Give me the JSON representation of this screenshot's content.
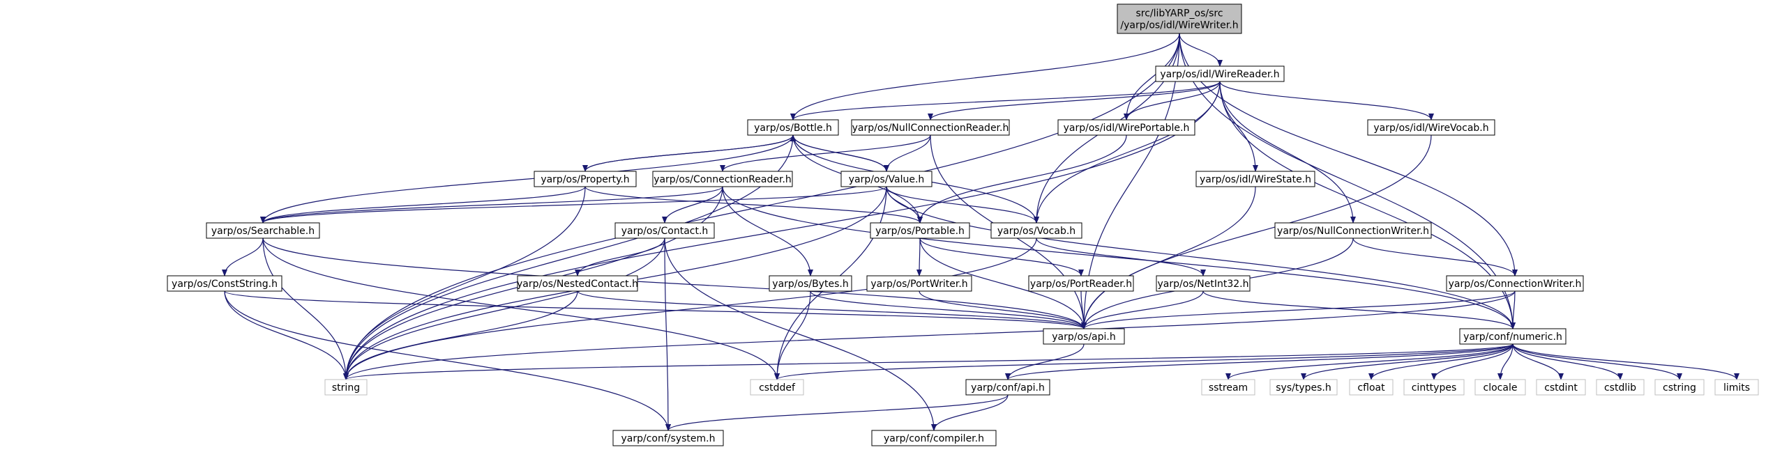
{
  "root": {
    "id": "root",
    "lines": [
      "src/libYARP_os/src",
      "/yarp/os/idl/WireWriter.h"
    ]
  },
  "nodes": [
    {
      "id": "root",
      "lines": [
        "src/libYARP_os/src",
        "/yarp/os/idl/WireWriter.h"
      ],
      "kind": "root"
    },
    {
      "id": "wirereader",
      "lines": [
        "yarp/os/idl/WireReader.h"
      ],
      "kind": "local"
    },
    {
      "id": "bottle",
      "lines": [
        "yarp/os/Bottle.h"
      ],
      "kind": "local"
    },
    {
      "id": "nullconnreader",
      "lines": [
        "yarp/os/NullConnectionReader.h"
      ],
      "kind": "local"
    },
    {
      "id": "wireportable",
      "lines": [
        "yarp/os/idl/WirePortable.h"
      ],
      "kind": "local"
    },
    {
      "id": "wirevocab",
      "lines": [
        "yarp/os/idl/WireVocab.h"
      ],
      "kind": "local"
    },
    {
      "id": "property",
      "lines": [
        "yarp/os/Property.h"
      ],
      "kind": "local"
    },
    {
      "id": "connreader",
      "lines": [
        "yarp/os/ConnectionReader.h"
      ],
      "kind": "local"
    },
    {
      "id": "value",
      "lines": [
        "yarp/os/Value.h"
      ],
      "kind": "local"
    },
    {
      "id": "wirestate",
      "lines": [
        "yarp/os/idl/WireState.h"
      ],
      "kind": "local"
    },
    {
      "id": "searchable",
      "lines": [
        "yarp/os/Searchable.h"
      ],
      "kind": "local"
    },
    {
      "id": "contact",
      "lines": [
        "yarp/os/Contact.h"
      ],
      "kind": "local"
    },
    {
      "id": "portable",
      "lines": [
        "yarp/os/Portable.h"
      ],
      "kind": "local"
    },
    {
      "id": "vocab",
      "lines": [
        "yarp/os/Vocab.h"
      ],
      "kind": "local"
    },
    {
      "id": "nullconnwriter",
      "lines": [
        "yarp/os/NullConnectionWriter.h"
      ],
      "kind": "local"
    },
    {
      "id": "conststring",
      "lines": [
        "yarp/os/ConstString.h"
      ],
      "kind": "local"
    },
    {
      "id": "nestedcontact",
      "lines": [
        "yarp/os/NestedContact.h"
      ],
      "kind": "local"
    },
    {
      "id": "bytes",
      "lines": [
        "yarp/os/Bytes.h"
      ],
      "kind": "local"
    },
    {
      "id": "portwriter",
      "lines": [
        "yarp/os/PortWriter.h"
      ],
      "kind": "local"
    },
    {
      "id": "portreader",
      "lines": [
        "yarp/os/PortReader.h"
      ],
      "kind": "local"
    },
    {
      "id": "netint32",
      "lines": [
        "yarp/os/NetInt32.h"
      ],
      "kind": "local"
    },
    {
      "id": "connwriter",
      "lines": [
        "yarp/os/ConnectionWriter.h"
      ],
      "kind": "local"
    },
    {
      "id": "osapi",
      "lines": [
        "yarp/os/api.h"
      ],
      "kind": "local"
    },
    {
      "id": "numeric",
      "lines": [
        "yarp/conf/numeric.h"
      ],
      "kind": "local"
    },
    {
      "id": "string",
      "lines": [
        "string"
      ],
      "kind": "sys"
    },
    {
      "id": "cstddef",
      "lines": [
        "cstddef"
      ],
      "kind": "sys"
    },
    {
      "id": "confapi",
      "lines": [
        "yarp/conf/api.h"
      ],
      "kind": "local"
    },
    {
      "id": "sstream",
      "lines": [
        "sstream"
      ],
      "kind": "sys"
    },
    {
      "id": "systypes",
      "lines": [
        "sys/types.h"
      ],
      "kind": "sys"
    },
    {
      "id": "cfloat",
      "lines": [
        "cfloat"
      ],
      "kind": "sys"
    },
    {
      "id": "cinttypes",
      "lines": [
        "cinttypes"
      ],
      "kind": "sys"
    },
    {
      "id": "clocale",
      "lines": [
        "clocale"
      ],
      "kind": "sys"
    },
    {
      "id": "cstdint",
      "lines": [
        "cstdint"
      ],
      "kind": "sys"
    },
    {
      "id": "cstdlib",
      "lines": [
        "cstdlib"
      ],
      "kind": "sys"
    },
    {
      "id": "cstring",
      "lines": [
        "cstring"
      ],
      "kind": "sys"
    },
    {
      "id": "limits",
      "lines": [
        "limits"
      ],
      "kind": "sys"
    },
    {
      "id": "confsystem",
      "lines": [
        "yarp/conf/system.h"
      ],
      "kind": "local"
    },
    {
      "id": "confcompiler",
      "lines": [
        "yarp/conf/compiler.h"
      ],
      "kind": "local"
    }
  ],
  "edges": [
    [
      "root",
      "wirereader"
    ],
    [
      "root",
      "bottle"
    ],
    [
      "root",
      "wireportable"
    ],
    [
      "root",
      "vocab"
    ],
    [
      "root",
      "connwriter"
    ],
    [
      "root",
      "osapi"
    ],
    [
      "root",
      "numeric"
    ],
    [
      "root",
      "string"
    ],
    [
      "wirereader",
      "bottle"
    ],
    [
      "wirereader",
      "nullconnreader"
    ],
    [
      "wirereader",
      "wireportable"
    ],
    [
      "wirereader",
      "wirevocab"
    ],
    [
      "wirereader",
      "wirestate"
    ],
    [
      "wirereader",
      "vocab"
    ],
    [
      "wirereader",
      "nullconnwriter"
    ],
    [
      "wirereader",
      "numeric"
    ],
    [
      "wirereader",
      "string"
    ],
    [
      "bottle",
      "property"
    ],
    [
      "bottle",
      "value"
    ],
    [
      "bottle",
      "searchable"
    ],
    [
      "bottle",
      "portable"
    ],
    [
      "bottle",
      "vocab"
    ],
    [
      "bottle",
      "string"
    ],
    [
      "nullconnreader",
      "connreader"
    ],
    [
      "nullconnreader",
      "value"
    ],
    [
      "nullconnreader",
      "osapi"
    ],
    [
      "wireportable",
      "portable"
    ],
    [
      "wirevocab",
      "osapi"
    ],
    [
      "property",
      "bottle"
    ],
    [
      "property",
      "searchable"
    ],
    [
      "property",
      "portable"
    ],
    [
      "property",
      "string"
    ],
    [
      "connreader",
      "contact"
    ],
    [
      "connreader",
      "bytes"
    ],
    [
      "connreader",
      "searchable"
    ],
    [
      "connreader",
      "numeric"
    ],
    [
      "connreader",
      "string"
    ],
    [
      "value",
      "bottle"
    ],
    [
      "value",
      "searchable"
    ],
    [
      "value",
      "portable"
    ],
    [
      "value",
      "vocab"
    ],
    [
      "value",
      "cstddef"
    ],
    [
      "value",
      "numeric"
    ],
    [
      "value",
      "string"
    ],
    [
      "wirestate",
      "osapi"
    ],
    [
      "searchable",
      "conststring"
    ],
    [
      "searchable",
      "osapi"
    ],
    [
      "searchable",
      "string"
    ],
    [
      "searchable",
      "cstddef"
    ],
    [
      "contact",
      "nestedcontact"
    ],
    [
      "contact",
      "confsystem"
    ],
    [
      "contact",
      "confcompiler"
    ],
    [
      "contact",
      "string"
    ],
    [
      "portable",
      "portwriter"
    ],
    [
      "portable",
      "portreader"
    ],
    [
      "portable",
      "osapi"
    ],
    [
      "vocab",
      "netint32"
    ],
    [
      "vocab",
      "string"
    ],
    [
      "nullconnwriter",
      "connwriter"
    ],
    [
      "nullconnwriter",
      "osapi"
    ],
    [
      "conststring",
      "osapi"
    ],
    [
      "conststring",
      "string"
    ],
    [
      "conststring",
      "confsystem"
    ],
    [
      "nestedcontact",
      "osapi"
    ],
    [
      "nestedcontact",
      "string"
    ],
    [
      "bytes",
      "osapi"
    ],
    [
      "bytes",
      "cstddef"
    ],
    [
      "portwriter",
      "osapi"
    ],
    [
      "portreader",
      "osapi"
    ],
    [
      "netint32",
      "osapi"
    ],
    [
      "netint32",
      "numeric"
    ],
    [
      "connwriter",
      "osapi"
    ],
    [
      "connwriter",
      "numeric"
    ],
    [
      "connwriter",
      "string"
    ],
    [
      "osapi",
      "confapi"
    ],
    [
      "numeric",
      "string"
    ],
    [
      "numeric",
      "cstddef"
    ],
    [
      "numeric",
      "confapi"
    ],
    [
      "numeric",
      "sstream"
    ],
    [
      "numeric",
      "systypes"
    ],
    [
      "numeric",
      "cfloat"
    ],
    [
      "numeric",
      "cinttypes"
    ],
    [
      "numeric",
      "clocale"
    ],
    [
      "numeric",
      "cstdint"
    ],
    [
      "numeric",
      "cstdlib"
    ],
    [
      "numeric",
      "cstring"
    ],
    [
      "numeric",
      "limits"
    ],
    [
      "confapi",
      "confsystem"
    ],
    [
      "confapi",
      "confcompiler"
    ]
  ]
}
